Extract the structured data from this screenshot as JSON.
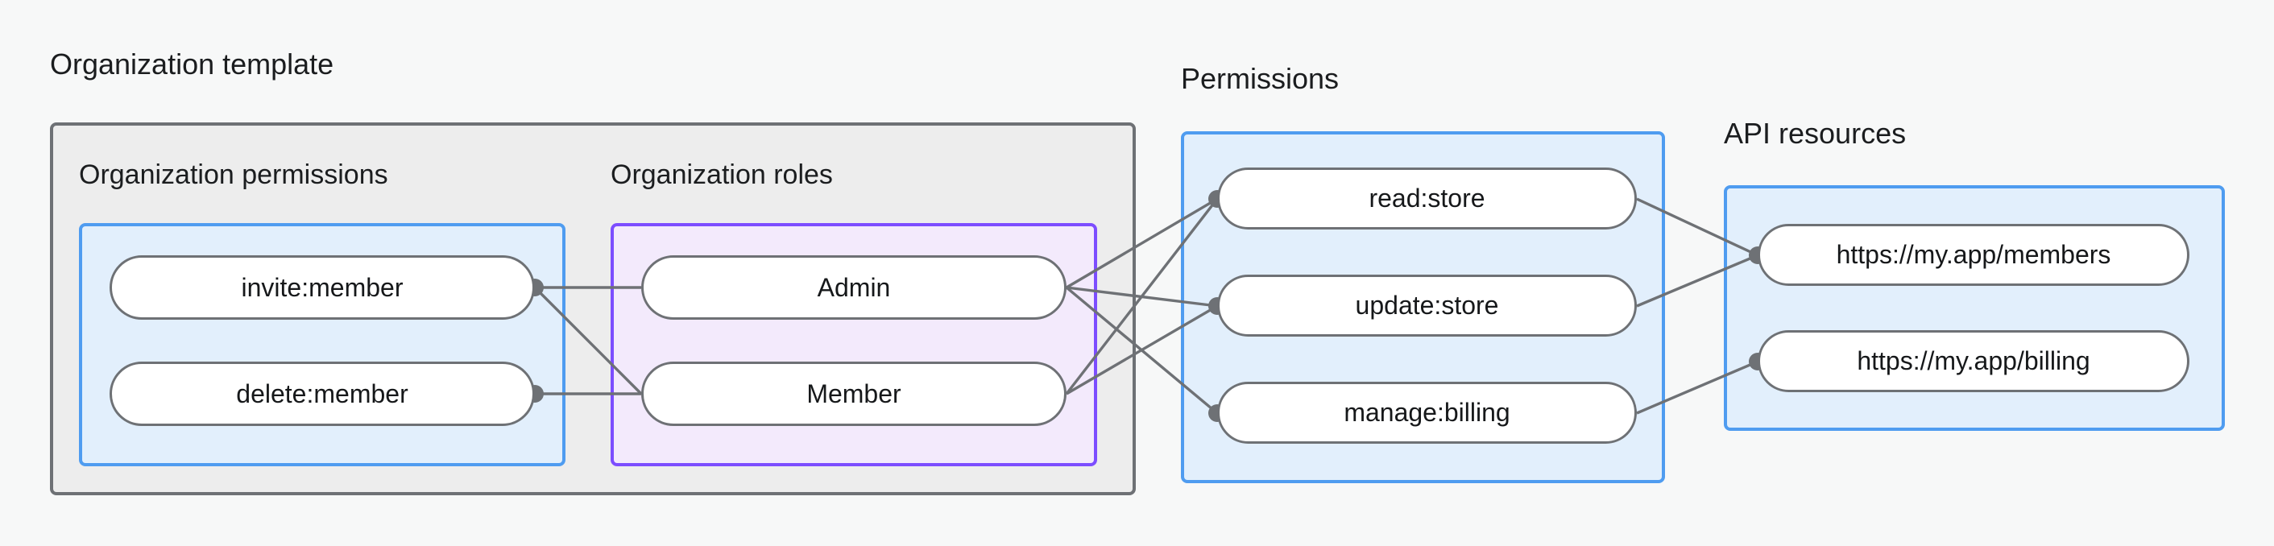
{
  "diagram": {
    "type": "graph",
    "background_color": "#f7f8f8",
    "groups": [
      {
        "id": "organization-template",
        "label": "Organization template",
        "style": "outer-gray",
        "border_color": "#6e7175",
        "fill_color": "#ededed"
      },
      {
        "id": "organization-permissions",
        "label": "Organization permissions",
        "style": "blue",
        "border_color": "#4f9cf0",
        "fill_color": "#e2effc"
      },
      {
        "id": "organization-roles",
        "label": "Organization roles",
        "style": "purple",
        "border_color": "#7c4dff",
        "fill_color": "#f3eafc"
      },
      {
        "id": "permissions",
        "label": "Permissions",
        "style": "blue",
        "border_color": "#4f9cf0",
        "fill_color": "#e2effc"
      },
      {
        "id": "api-resources",
        "label": "API resources",
        "style": "blue",
        "border_color": "#4f9cf0",
        "fill_color": "#e2effc"
      }
    ],
    "nodes": {
      "org_permissions": [
        {
          "id": "invite-member",
          "label": "invite:member"
        },
        {
          "id": "delete-member",
          "label": "delete:member"
        }
      ],
      "org_roles": [
        {
          "id": "admin",
          "label": "Admin"
        },
        {
          "id": "member",
          "label": "Member"
        }
      ],
      "permissions": [
        {
          "id": "read-store",
          "label": "read:store"
        },
        {
          "id": "update-store",
          "label": "update:store"
        },
        {
          "id": "manage-billing",
          "label": "manage:billing"
        }
      ],
      "api_resources": [
        {
          "id": "members-endpoint",
          "label": "https://my.app/members"
        },
        {
          "id": "billing-endpoint",
          "label": "https://my.app/billing"
        }
      ]
    },
    "edges": [
      {
        "from": "invite-member",
        "to": "admin"
      },
      {
        "from": "invite-member",
        "to": "member"
      },
      {
        "from": "delete-member",
        "to": "member"
      },
      {
        "from": "admin",
        "to": "read-store"
      },
      {
        "from": "admin",
        "to": "update-store"
      },
      {
        "from": "admin",
        "to": "manage-billing"
      },
      {
        "from": "member",
        "to": "read-store"
      },
      {
        "from": "member",
        "to": "update-store"
      },
      {
        "from": "read-store",
        "to": "members-endpoint"
      },
      {
        "from": "update-store",
        "to": "members-endpoint"
      },
      {
        "from": "manage-billing",
        "to": "billing-endpoint"
      }
    ]
  }
}
